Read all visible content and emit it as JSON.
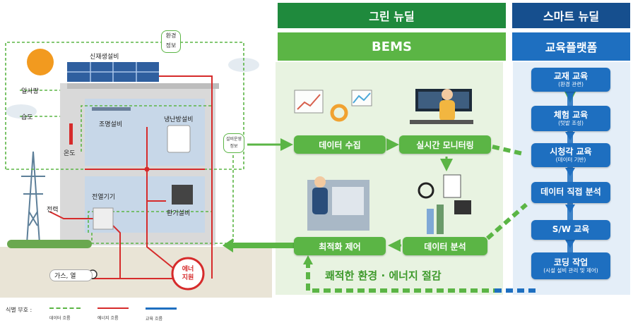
{
  "headers": {
    "green_deal": "그린 뉴딜",
    "smart_deal": "스마트 뉴딜",
    "bems": "BEMS",
    "edu_platform": "교육플랫폼"
  },
  "building": {
    "renewable": "신재생설비",
    "env_info": [
      "환경",
      "정보"
    ],
    "sunlight": "일사량",
    "humidity": "습도",
    "temperature": "온도",
    "lighting": "조명설비",
    "hvac": "냉난방설비",
    "heat_exchanger": "전열기기",
    "ventilation": "환기설비",
    "power": "전력",
    "gas_heat": "가스, 열",
    "energy_support": [
      "에너",
      "지원"
    ],
    "facility_info": [
      "설비운영",
      "정보"
    ]
  },
  "bems_flow": {
    "data_collection": "데이터 수집",
    "realtime_monitoring": "실시간 모니터링",
    "data_analysis": "데이터 분석",
    "optimization_control": "최적화 제어",
    "slogan": "쾌적한 환경 · 에너지 절감"
  },
  "education": [
    {
      "title": "교재 교육",
      "sub": "(환경 관련)"
    },
    {
      "title": "체험 교육",
      "sub": "(텃밭 조성)"
    },
    {
      "title": "시청각 교육",
      "sub": "(데이터 기반)"
    },
    {
      "title": "데이터 직접 분석",
      "sub": ""
    },
    {
      "title": "S/W 교육",
      "sub": ""
    },
    {
      "title": "코딩 작업",
      "sub": "(시설 설비 관리 및 제어)"
    }
  ],
  "legend": {
    "title": "식별 부호 :",
    "items": [
      {
        "label": "데이터 흐름",
        "color": "#5bb545"
      },
      {
        "label": "에너지 흐름",
        "color": "#d62b2b"
      },
      {
        "label": "교육 흐름",
        "color": "#1e6fc0"
      }
    ]
  }
}
